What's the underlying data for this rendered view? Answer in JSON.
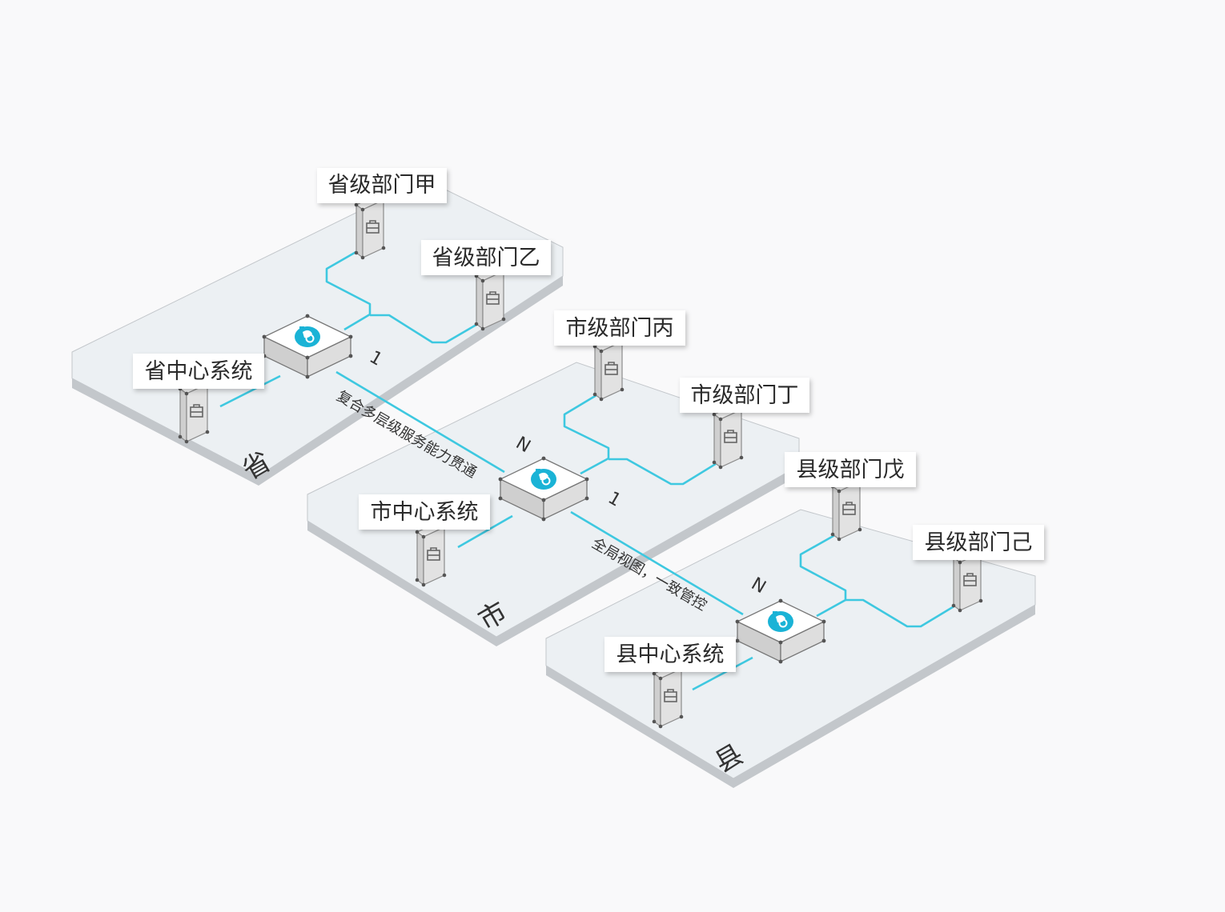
{
  "colors": {
    "link": "#3ec8e0",
    "plate": "#ecf0f3",
    "plate_edge": "#c3c7cb",
    "cabinet": "#e4e4e4",
    "hub_top": "#ffffff",
    "accent": "#1ab3d6",
    "text": "#2a2a2a"
  },
  "levels": {
    "province": "省",
    "city": "市",
    "county": "县"
  },
  "nodes": {
    "prov_center": "省中心系统",
    "prov_dept_a": "省级部门甲",
    "prov_dept_b": "省级部门乙",
    "city_center": "市中心系统",
    "city_dept_c": "市级部门丙",
    "city_dept_d": "市级部门丁",
    "county_center": "县中心系统",
    "county_dept_e": "县级部门戊",
    "county_dept_f": "县级部门己"
  },
  "links": {
    "prov_city": {
      "text": "复合多层级服务能力贯通",
      "one": "1",
      "n": "N"
    },
    "city_county": {
      "text": "全局视图，一致管控",
      "one": "1",
      "n": "N"
    }
  },
  "icons": {
    "hub": "hub-logo-icon",
    "cabinet": "briefcase-icon"
  }
}
